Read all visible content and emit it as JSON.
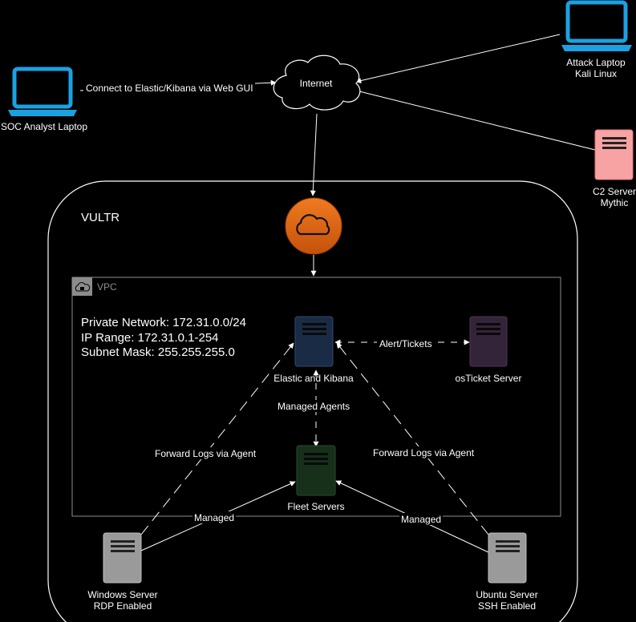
{
  "colors": {
    "background": "#000000",
    "laptop_blue": "#1ba1e2",
    "c2_pink": "#f8a3a3",
    "cloud_orange": "#d9640f",
    "server_gray": "#9a9a9a",
    "elastic_navy": "#1a2b45",
    "osticket_purple": "#33243a",
    "fleet_green": "#16301a",
    "line": "#ffffff"
  },
  "nodes": {
    "soc_laptop": {
      "label": "SOC Analyst Laptop",
      "icon": "laptop-icon"
    },
    "internet": {
      "label": "Internet",
      "icon": "cloud-icon"
    },
    "attack_laptop": {
      "label_line1": "Attack Laptop",
      "label_line2": "Kali Linux",
      "icon": "laptop-icon"
    },
    "c2_server": {
      "label_line1": "C2 Server",
      "label_line2": "Mythic",
      "icon": "server-icon"
    },
    "vultr": {
      "label": "VULTR",
      "icon": "vultr-cloud-icon"
    },
    "vpc": {
      "label": "VPC",
      "icon": "lock-cloud-icon"
    },
    "network_info": {
      "line1": "Private Network: 172.31.0.0/24",
      "line2": "IP Range: 172.31.0.1-254",
      "line3": "Subnet Mask: 255.255.255.0"
    },
    "elastic": {
      "label": "Elastic and Kibana",
      "icon": "server-icon"
    },
    "osticket": {
      "label": "osTicket Server",
      "icon": "server-icon"
    },
    "fleet": {
      "label": "Fleet Servers",
      "icon": "server-icon"
    },
    "windows_server": {
      "label_line1": "Windows Server",
      "label_line2": "RDP Enabled",
      "icon": "server-icon"
    },
    "ubuntu_server": {
      "label_line1": "Ubuntu Server",
      "label_line2": "SSH Enabled",
      "icon": "server-icon"
    }
  },
  "edges": {
    "soc_to_internet": "Connect to Elastic/Kibana via Web GUI",
    "alert_tickets": "Alert/Tickets",
    "managed_agents": "Managed Agents",
    "forward_logs_left": "Forward Logs via Agent",
    "forward_logs_right": "Forward Logs via Agent",
    "managed_left": "Managed",
    "managed_right": "Managed"
  }
}
